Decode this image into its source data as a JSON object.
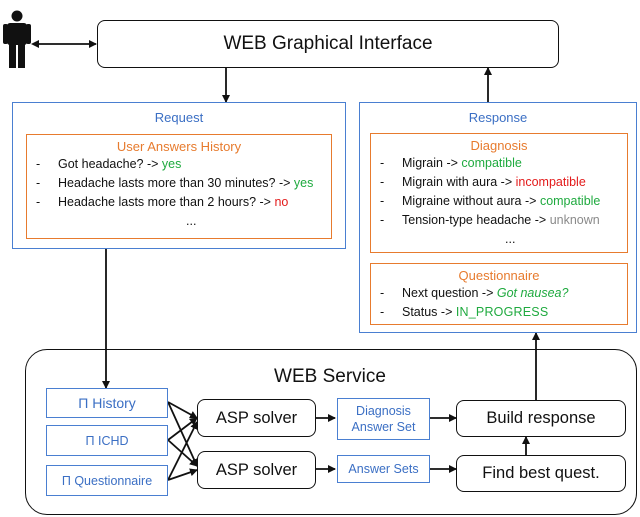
{
  "gui": {
    "title": "WEB Graphical Interface"
  },
  "request": {
    "title": "Request",
    "history_title": "User Answers History",
    "items": [
      {
        "text": "Got headache? ->",
        "answer": "yes"
      },
      {
        "text": "Headache lasts more than 30 minutes? ->",
        "answer": "yes"
      },
      {
        "text": "Headache lasts more than 2 hours? ->",
        "answer": "no"
      }
    ],
    "ellipsis": "..."
  },
  "response": {
    "title": "Response",
    "diagnosis_title": "Diagnosis",
    "diagnosis_items": [
      {
        "text": "Migrain ->",
        "value": "compatible"
      },
      {
        "text": "Migrain with aura  ->",
        "value": "incompatible"
      },
      {
        "text": "Migraine without aura ->",
        "value": "compatible"
      },
      {
        "text": "Tension-type headache ->",
        "value": "unknown"
      }
    ],
    "ellipsis": "...",
    "questionnaire_title": "Questionnaire",
    "next_question_label": "Next question ->",
    "next_question_value": "Got nausea?",
    "status_label": "Status ->",
    "status_value": "IN_PROGRESS"
  },
  "service": {
    "title": "WEB Service",
    "inputs": [
      "Π History",
      "Π ICHD",
      "Π Questionnaire"
    ],
    "solver1": "ASP solver",
    "solver2": "ASP solver",
    "diagnosis_set": "Diagnosis Answer Set",
    "answer_sets": "Answer Sets",
    "build_response": "Build response",
    "find_best": "Find best quest.",
    "dash": "-"
  },
  "colors": {
    "blue": "#3b6fc4",
    "orange": "#e77b2e",
    "green": "#1faa3f",
    "red": "#e31b1b",
    "gray": "#8a8a8a"
  }
}
